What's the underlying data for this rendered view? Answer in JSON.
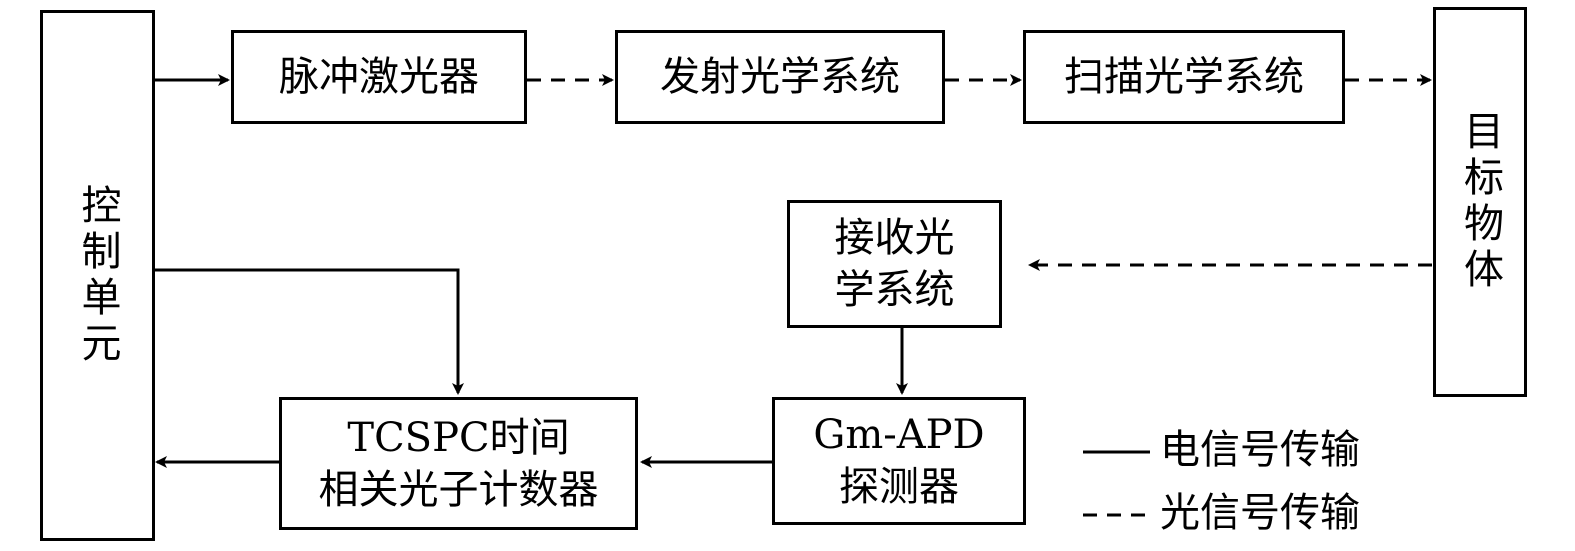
{
  "boxes": {
    "control_unit": "控制单元",
    "pulse_laser": "脉冲激光器",
    "emit_optics": "发射光学系统",
    "scan_optics": "扫描光学系统",
    "target": "目标物体",
    "receive_optics_line1": "接收光",
    "receive_optics_line2": "学系统",
    "detector_line1": "Gm-APD",
    "detector_line2": "探测器",
    "tcspc_line1": "TCSPC时间",
    "tcspc_line2": "相关光子计数器"
  },
  "legend": {
    "electrical": "电信号传输",
    "optical": "光信号传输"
  }
}
